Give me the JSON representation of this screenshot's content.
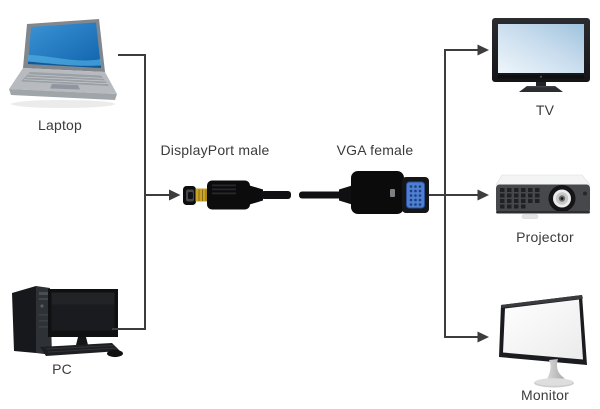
{
  "diagram": {
    "devices": {
      "laptop": {
        "label": "Laptop"
      },
      "pc": {
        "label": "PC"
      },
      "tv": {
        "label": "TV"
      },
      "projector": {
        "label": "Projector"
      },
      "monitor": {
        "label": "Monitor"
      }
    },
    "adapter": {
      "connector_left_label": "DisplayPort male",
      "connector_right_label": "VGA female"
    },
    "connections": [
      {
        "from": "Laptop",
        "to": "DisplayPort male"
      },
      {
        "from": "PC",
        "to": "DisplayPort male"
      },
      {
        "from": "VGA female",
        "to": "TV"
      },
      {
        "from": "VGA female",
        "to": "Projector"
      },
      {
        "from": "VGA female",
        "to": "Monitor"
      }
    ],
    "colors": {
      "background": "#ffffff",
      "line": "#3d3d3d",
      "label_text": "#3b3b3b",
      "laptop_screen_blue": "#1b7fc4",
      "tv_screen_blue": "#b9d3e8",
      "vga_port_blue": "#4e7fd0",
      "connector_black": "#111111",
      "connector_gold": "#c9a227"
    }
  }
}
